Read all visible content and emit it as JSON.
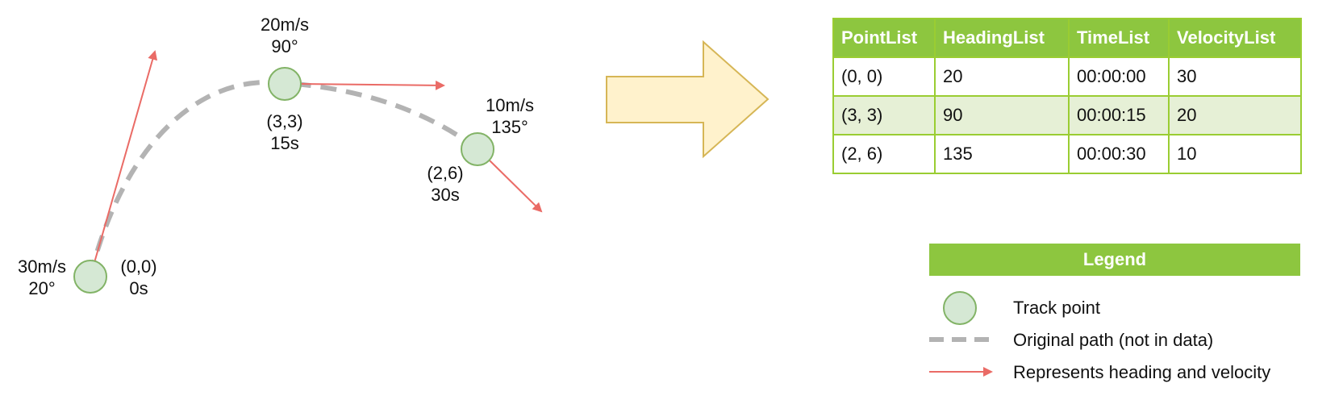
{
  "track_points": [
    {
      "speed": "30m/s",
      "heading": "20°",
      "coord": "(0,0)",
      "time": "0s"
    },
    {
      "speed": "20m/s",
      "heading": "90°",
      "coord": "(3,3)",
      "time": "15s"
    },
    {
      "speed": "10m/s",
      "heading": "135°",
      "coord": "(2,6)",
      "time": "30s"
    }
  ],
  "table": {
    "headers": [
      "PointList",
      "HeadingList",
      "TimeList",
      "VelocityList"
    ],
    "rows": [
      [
        "(0, 0)",
        "20",
        "00:00:00",
        "30"
      ],
      [
        "(3, 3)",
        "90",
        "00:00:15",
        "20"
      ],
      [
        "(2, 6)",
        "135",
        "00:00:30",
        "10"
      ]
    ]
  },
  "legend": {
    "title": "Legend",
    "items": [
      "Track point",
      "Original path (not in data)",
      "Represents heading and velocity"
    ]
  },
  "colors": {
    "point_fill": "#d5e8d4",
    "point_stroke": "#82b366",
    "arrow": "#ea6b66",
    "path": "#b3b3b3",
    "header_green": "#8dc63f",
    "transform_arrow_fill": "#fff2cc",
    "transform_arrow_stroke": "#d6b656"
  }
}
